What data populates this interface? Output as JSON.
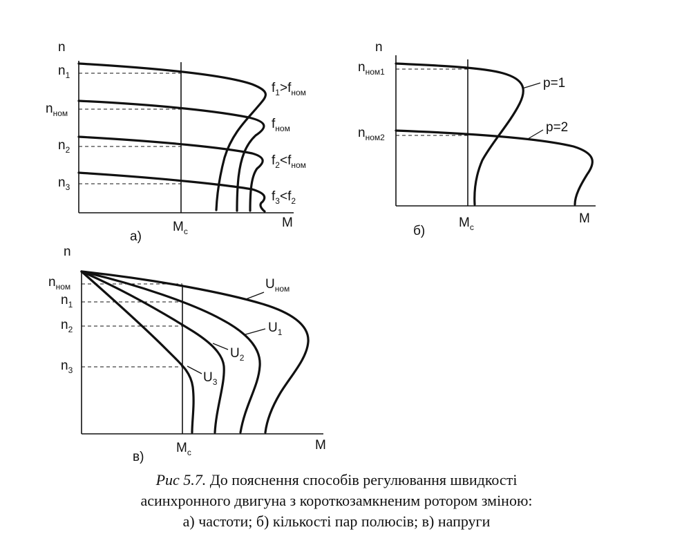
{
  "panel_a": {
    "letter": "а)",
    "y_axis": "n",
    "x_axis": "M",
    "mc_main": "M",
    "mc_sub": "c",
    "n_labels": [
      {
        "main": "n",
        "sub": "1"
      },
      {
        "main": "n",
        "sub": "ном"
      },
      {
        "main": "n",
        "sub": "2"
      },
      {
        "main": "n",
        "sub": "3"
      }
    ],
    "curve_labels": [
      {
        "main": "f",
        "sub": "1",
        "rel": ">",
        "main2": "f",
        "sub2": "ном"
      },
      {
        "main": "f",
        "sub": "ном"
      },
      {
        "main": "f",
        "sub": "2",
        "rel": "<",
        "main2": "f",
        "sub2": "ном"
      },
      {
        "main": "f",
        "sub": "3",
        "rel": "<",
        "main2": "f",
        "sub2": "2"
      }
    ]
  },
  "panel_b": {
    "letter": "б)",
    "y_axis": "n",
    "x_axis": "M",
    "mc_main": "M",
    "mc_sub": "c",
    "n_labels": [
      {
        "main": "n",
        "sub": "ном1"
      },
      {
        "main": "n",
        "sub": "ном2"
      }
    ],
    "curve_labels": [
      "p=1",
      "p=2"
    ]
  },
  "panel_c": {
    "letter": "в)",
    "y_axis": "n",
    "x_axis": "M",
    "mc_main": "M",
    "mc_sub": "c",
    "n_labels": [
      {
        "main": "n",
        "sub": "ном"
      },
      {
        "main": "n",
        "sub": "1"
      },
      {
        "main": "n",
        "sub": "2"
      },
      {
        "main": "n",
        "sub": "3"
      }
    ],
    "curve_labels": [
      {
        "main": "U",
        "sub": "ном"
      },
      {
        "main": "U",
        "sub": "1"
      },
      {
        "main": "U",
        "sub": "2"
      },
      {
        "main": "U",
        "sub": "3"
      }
    ]
  },
  "caption": {
    "label": "Рис 5.7.",
    "line1": "До пояснення способів регулювання швидкості",
    "line2": "асинхронного двигуна з короткозамкненим ротором зміною:",
    "line3": "а) частоти; б) кількості пар полюсів; в) напруги"
  }
}
